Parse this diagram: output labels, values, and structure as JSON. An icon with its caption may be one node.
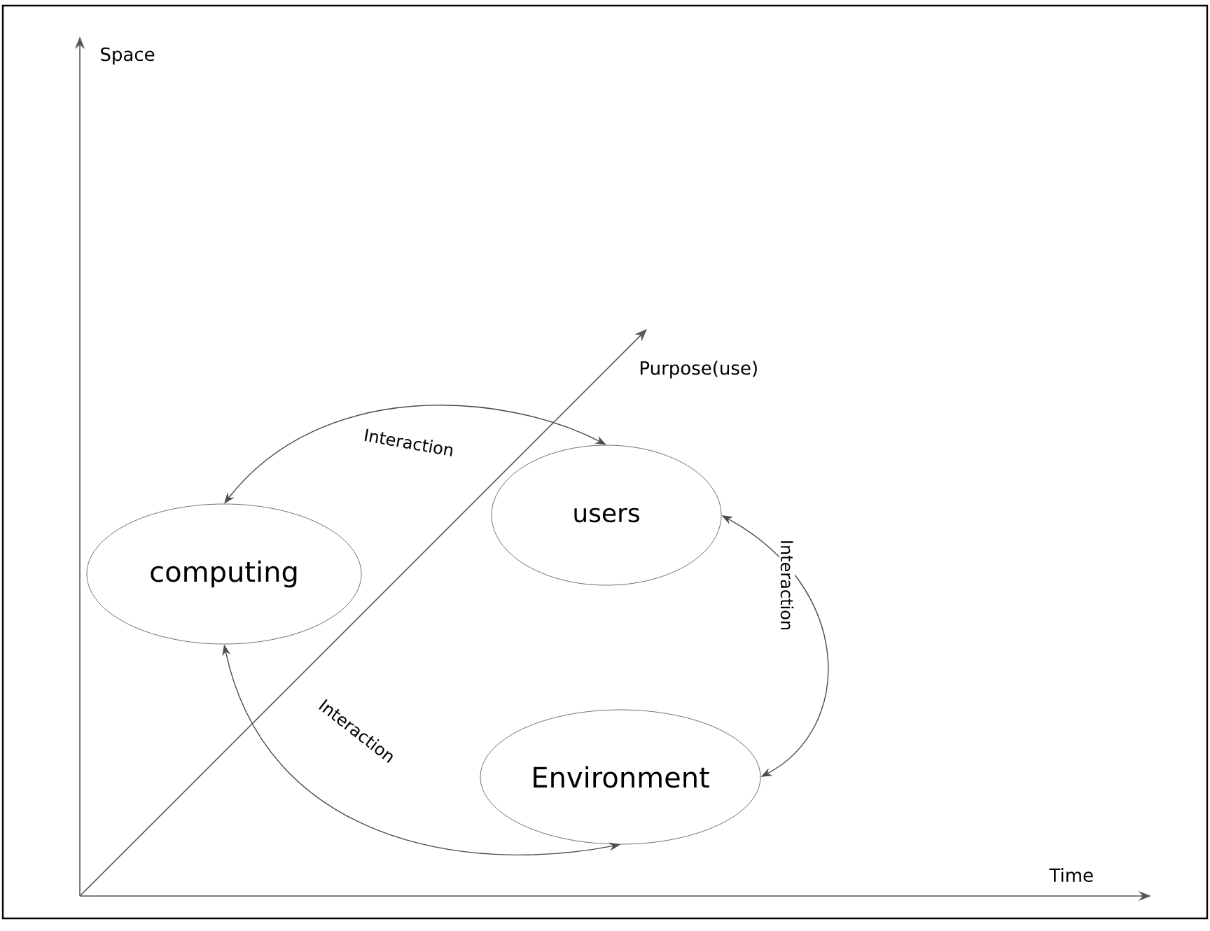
{
  "diagram": {
    "nodes": [
      {
        "text": [
          "computing"
        ]
      },
      {
        "text": [
          "users"
        ]
      },
      {
        "text": [
          "Environment"
        ]
      }
    ],
    "edges": [
      {
        "from": 0,
        "to": 1,
        "arrow": "both",
        "label": "Interaction"
      },
      {
        "from": 1,
        "to": 2,
        "arrow": "both",
        "label": "Interaction"
      },
      {
        "from": 0,
        "to": 2,
        "arrow": "both",
        "label": "Interaction"
      }
    ],
    "labels": [
      "Space",
      "Purpose(use)",
      "Time"
    ]
  }
}
